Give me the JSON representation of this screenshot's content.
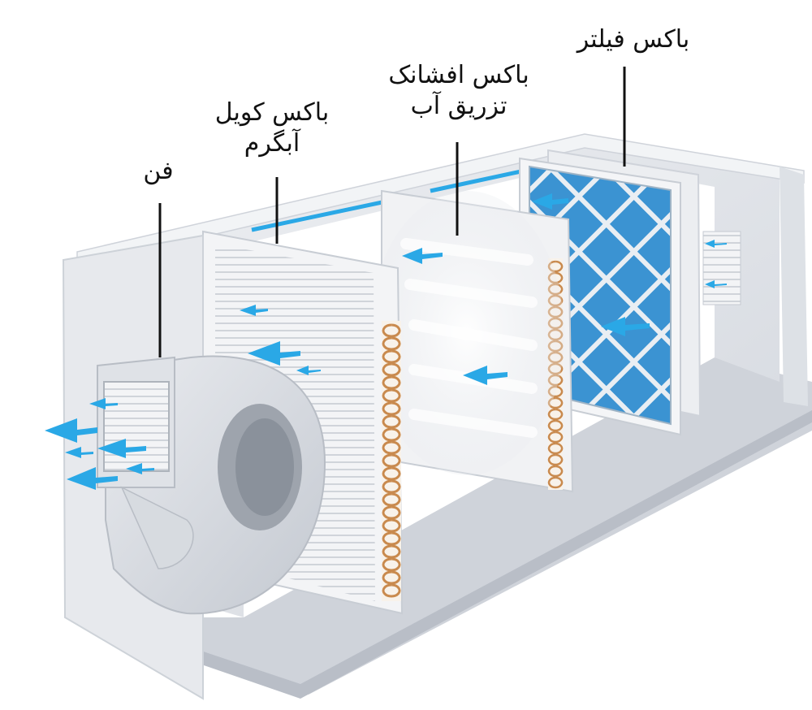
{
  "labels": {
    "fan": "فن",
    "hot_water_coil_box_line1": "باکس کویل",
    "hot_water_coil_box_line2": "آبگرم",
    "nozzle_box_line1": "باکس افشانک",
    "nozzle_box_line2": "تزریق آب",
    "filter_box": "باکس فیلتر"
  },
  "colors": {
    "casing": "#e4e7ec",
    "casing_dark": "#c9ced6",
    "panel": "#f4f5f7",
    "airflow_arrow": "#2aa8e6",
    "filter_blue": "#2e86c8",
    "coil_copper": "#c98a4e",
    "leader_line": "#111111",
    "label_text": "#111111"
  },
  "icons": {
    "airflow": "arrow-left-icon",
    "fan": "centrifugal-fan-icon"
  }
}
